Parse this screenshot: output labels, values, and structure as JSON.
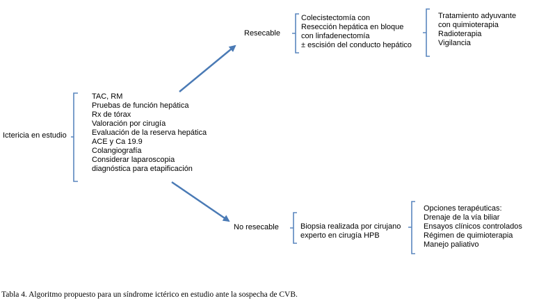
{
  "root": "Ictericia en estudio",
  "workup": [
    "TAC, RM",
    "Pruebas de función hepática",
    "Rx de tórax",
    "Valoración por cirugía",
    "Evaluación de la reserva hepática",
    "ACE y Ca 19.9",
    "Colangiografía",
    "Considerar laparoscopia",
    "diagnóstica para etapificación"
  ],
  "resectable": {
    "label": "Resecable",
    "surgery": [
      "Colecistectomía con",
      "Resección hepática en bloque",
      "con linfadenectomía",
      "± escisión del conducto hepático"
    ],
    "followup": [
      "Tratamiento adyuvante",
      "con quimioterapia",
      "Radioterapia",
      "Vigilancia"
    ]
  },
  "unresectable": {
    "label": "No resecable",
    "biopsy": [
      "Biopsia realizada por cirujano",
      "experto en cirugía HPB"
    ],
    "options": [
      "Opciones terapéuticas:",
      "Drenaje de la vía biliar",
      "Ensayos clínicos controlados",
      "Régimen de quimioterapia",
      "Manejo paliativo"
    ]
  },
  "caption": "Tabla 4. Algoritmo propuesto para un síndrome ictérico en estudio ante la sospecha de CVB.",
  "colors": {
    "arrow": "#4a7ab5",
    "bracket": "#4a7ab5",
    "text": "#000000"
  }
}
